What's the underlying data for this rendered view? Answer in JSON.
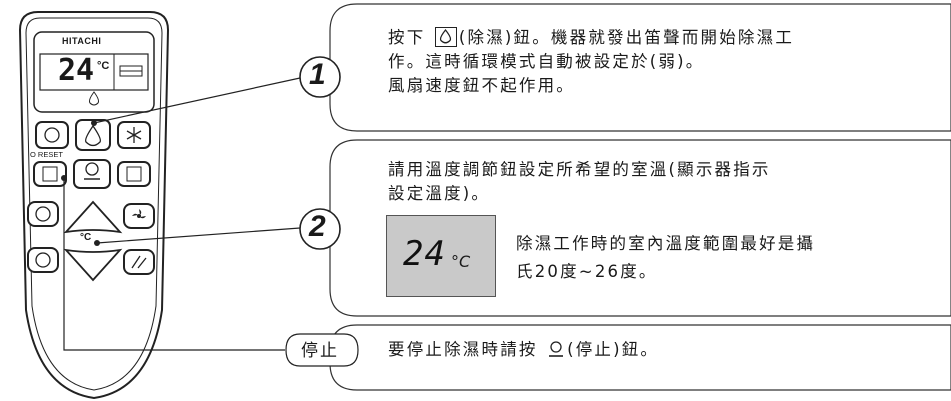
{
  "remote": {
    "brand": "HITACHI",
    "lcd_temp": "24",
    "lcd_unit": "°C",
    "reset_label": "O RESET"
  },
  "step1": {
    "number": "1",
    "line1_pre": "按下",
    "line1_post": "(除濕)鈕。機器就發出笛聲而開始除濕工",
    "line2": "作。這時循環模式自動被設定於(弱)。",
    "line3": "風扇速度鈕不起作用。"
  },
  "step2": {
    "number": "2",
    "line1": "請用溫度調節鈕設定所希望的室溫(顯示器指示",
    "line2": "設定溫度)。",
    "lcd_digits": "24",
    "lcd_unit": "°C",
    "note_line1": "除濕工作時的室內溫度範圍最好是攝",
    "note_line2": "氏20度~26度。"
  },
  "stop": {
    "label": "停止",
    "text_pre": "要停止除濕時請按",
    "text_post": "(停止)鈕。"
  },
  "icons": [
    "droplet-icon",
    "snowflake-icon",
    "fan-icon",
    "timer-icon",
    "stop-icon",
    "louver-icon"
  ]
}
